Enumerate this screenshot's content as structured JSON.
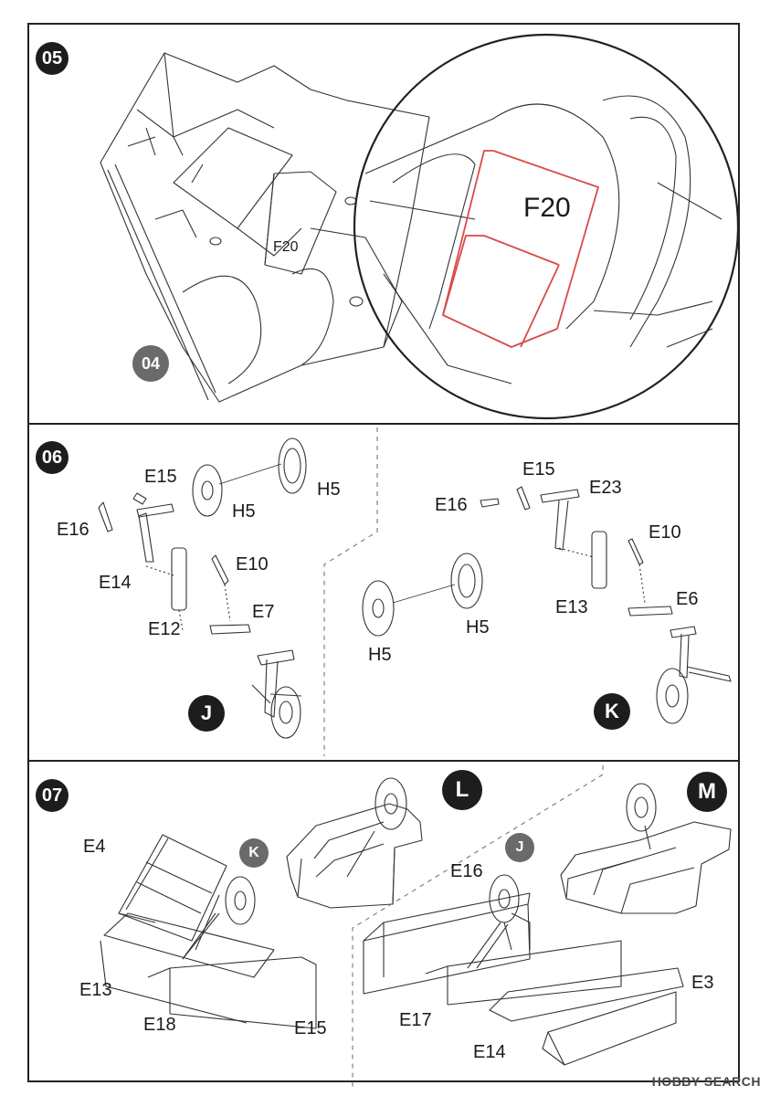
{
  "steps": {
    "s05": "05",
    "s06": "06",
    "s07": "07"
  },
  "step05": {
    "ref_badge": "04",
    "part_small": "F20",
    "part_zoom": "F20"
  },
  "step06": {
    "left": {
      "parts": {
        "e15": "E15",
        "h5_tire": "H5",
        "h5_hub": "H5",
        "e16": "E16",
        "e10": "E10",
        "e14": "E14",
        "e7": "E7",
        "e12": "E12"
      },
      "result": "J"
    },
    "right": {
      "parts": {
        "e15": "E15",
        "e23": "E23",
        "e16": "E16",
        "e10": "E10",
        "e13": "E13",
        "e6": "E6",
        "h5_a": "H5",
        "h5_b": "H5"
      },
      "result": "K"
    }
  },
  "step07": {
    "left": {
      "parts": {
        "e4": "E4",
        "e13": "E13",
        "e18": "E18",
        "e15": "E15"
      },
      "insert": "K",
      "result": "L"
    },
    "right": {
      "parts": {
        "e16": "E16",
        "e3": "E3",
        "e17": "E17",
        "e14": "E14"
      },
      "insert": "J",
      "result": "M"
    }
  },
  "watermark": "HOBBY SEARCH",
  "colors": {
    "highlight": "#d94a4a",
    "ink": "#1d1d1d",
    "ref_badge": "#6a6a6a"
  }
}
